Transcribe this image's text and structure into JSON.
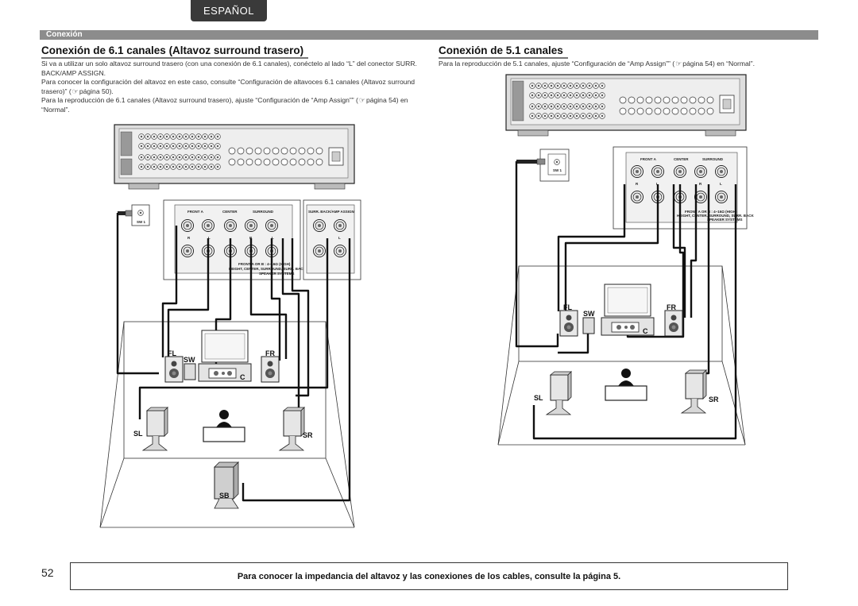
{
  "header": {
    "language_tab": "ESPAÑOL",
    "section": "Conexión"
  },
  "left": {
    "title": "Conexión de 6.1 canales (Altavoz surround trasero)",
    "paragraphs": [
      "Si va a utilizar un solo altavoz surround trasero (con una conexión de 6.1 canales), conéctelo al lado “L” del conector SURR. BACK/AMP ASSIGN.",
      "Para conocer la configuración del altavoz en este caso, consulte “Configuración de altavoces 6.1 canales (Altavoz surround trasero)” (",
      "página 50).",
      "Para la reproducción de 6.1 canales (Altavoz surround trasero), ajuste “Configuración de “Amp Assign”” (",
      "página 54) en “Normal”."
    ],
    "diagram": {
      "sw_label": "SW 1",
      "terminals": {
        "front_a": "FRONT A",
        "center": "CENTER",
        "surround": "SURROUND",
        "surr_back": "SURR. BACK/AMP ASSIGN"
      },
      "channels": {
        "r": "R",
        "l": "L"
      },
      "panel_note_1": "FRONT A  OR  B : 4~16Ω  (HIGH)",
      "panel_note_2": "HEIGHT, CENTER, SURROUND, SURR. BACK",
      "panel_note_3": "SPEAKER SYSTEMS",
      "speakers": {
        "fl": "FL",
        "fr": "FR",
        "sw": "SW",
        "c": "C",
        "sl": "SL",
        "sr": "SR",
        "sb": "SB"
      }
    }
  },
  "right": {
    "title": "Conexión de 5.1 canales",
    "paragraph_a": "Para la reproducción de 5.1 canales, ajuste “Configuración de “Amp Assign”” (",
    "paragraph_b": "página 54) en “Normal”.",
    "diagram": {
      "sw_label": "SW 1",
      "terminals": {
        "front_a": "FRONT A",
        "center": "CENTER",
        "surround": "SURROUND"
      },
      "channels": {
        "r": "R",
        "l": "L"
      },
      "panel_note_1": "FRONT A  OR  B : 4~16Ω  (HIGH)",
      "panel_note_2": "HEIGHT, CENTER, SURROUND, SURR. BACK",
      "panel_note_3": "SPEAKER SYSTEMS",
      "speakers": {
        "fl": "FL",
        "fr": "FR",
        "sw": "SW",
        "c": "C",
        "sl": "SL",
        "sr": "SR"
      }
    }
  },
  "footer": {
    "page_number": "52",
    "note": "Para conocer la impedancia del altavoz y las conexiones de los cables, consulte la página 5."
  },
  "icons": {
    "reference": "reference-hand-icon"
  }
}
